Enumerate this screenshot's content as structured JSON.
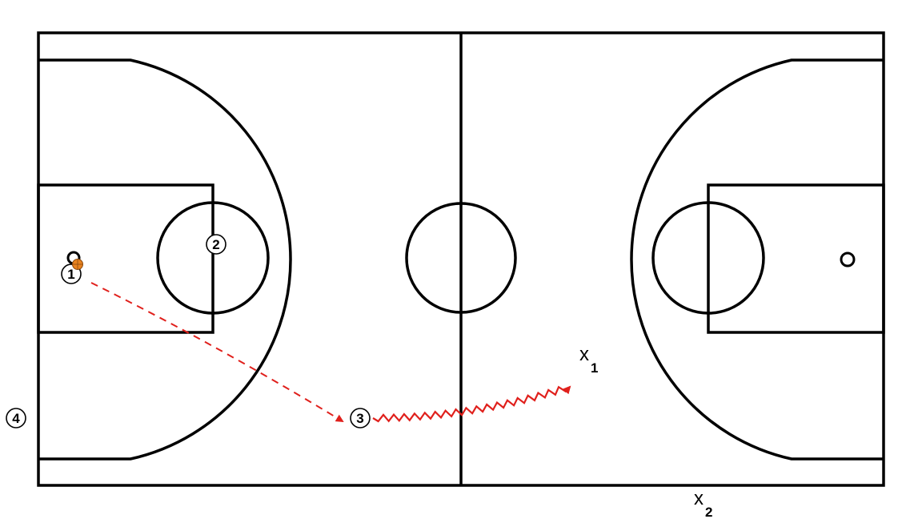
{
  "colors": {
    "court_lines": "#000000",
    "pass_arrow": "#e0201c",
    "dribble_arrow": "#e0201c",
    "ball": "#e8821e"
  },
  "icons": {
    "ball": "basketball-icon",
    "hoop": "hoop-ring-icon"
  },
  "offense": [
    {
      "label": "1",
      "has_ball": true
    },
    {
      "label": "2"
    },
    {
      "label": "3"
    },
    {
      "label": "4"
    }
  ],
  "defense": [
    {
      "label": "x",
      "sub": "1"
    },
    {
      "label": "x",
      "sub": "2"
    }
  ],
  "actions": [
    {
      "type": "pass",
      "from": "1",
      "to": "3",
      "style": "dashed-arrow"
    },
    {
      "type": "dribble",
      "player": "3",
      "toward": "x1",
      "style": "zigzag-arrow"
    }
  ]
}
